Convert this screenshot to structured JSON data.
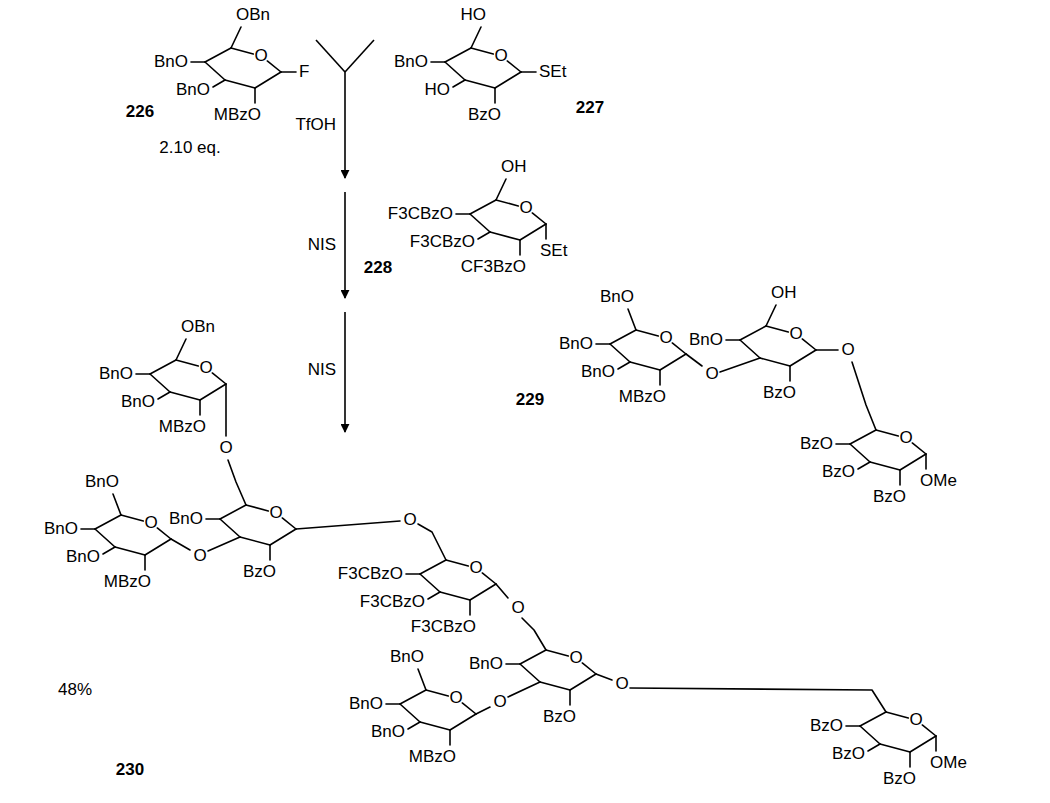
{
  "diagram": {
    "labels": [
      "OBn",
      "BnO",
      "BnO",
      "O",
      "MBzO",
      "F",
      "226",
      "2.10 eq.",
      "TfOH",
      "HO",
      "BnO",
      "O",
      "HO",
      "BzO",
      "SEt",
      "227",
      "NIS",
      "OH",
      "F3CBzO",
      "O",
      "F3CBzO",
      "CF3BzO",
      "SEt",
      "228",
      "NIS",
      "BnO",
      "BnO",
      "O",
      "BnO",
      "MBzO",
      "O",
      "OH",
      "BnO",
      "O",
      "BzO",
      "O",
      "BzO",
      "BzO",
      "O",
      "BzO",
      "OMe",
      "229",
      "OBn",
      "BnO",
      "BnO",
      "O",
      "MBzO",
      "O",
      "BnO",
      "BnO",
      "O",
      "BnO",
      "MBzO",
      "O",
      "BnO",
      "O",
      "BzO",
      "O",
      "F3CBzO",
      "F3CBzO",
      "O",
      "F3CBzO",
      "O",
      "BnO",
      "BnO",
      "BnO",
      "O",
      "MBzO",
      "O",
      "BnO",
      "O",
      "BzO",
      "O",
      "BzO",
      "BzO",
      "O",
      "BzO",
      "OMe",
      "48%",
      "230"
    ]
  }
}
